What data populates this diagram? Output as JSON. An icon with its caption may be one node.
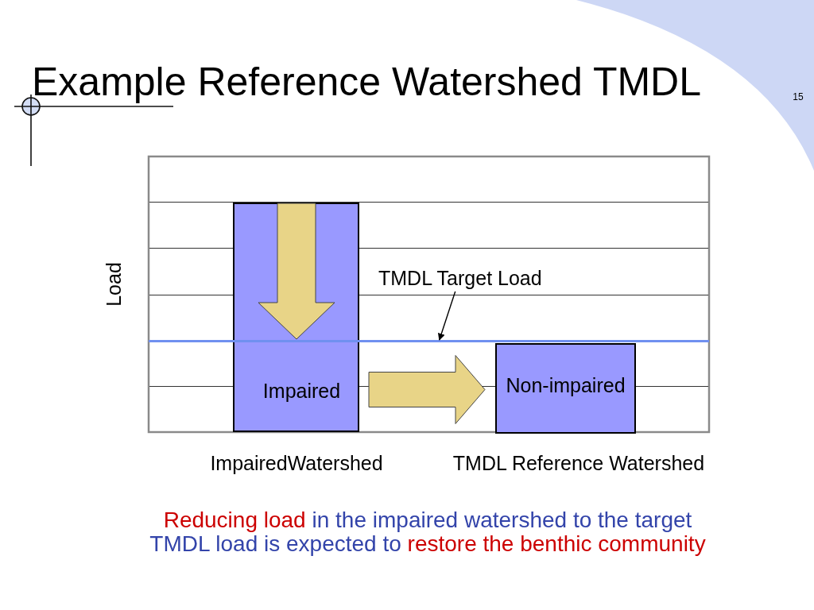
{
  "diagram": {
    "title": "Example Reference Watershed TMDL",
    "caption": "*Reducing load* in the impaired watershed to the target TMDL load is expected to *restore the benthic community*",
    "nodes": [
      {
        "text": [
          "Impaired"
        ]
      },
      {
        "text": [
          "TMDL Target Load"
        ]
      },
      {
        "text": [],
        "shape": "line"
      },
      {
        "text": [
          "Non-impaired"
        ]
      }
    ],
    "edges": [
      {
        "from": 1,
        "to": 2,
        "arrow": "to"
      },
      {
        "from": 0,
        "to": 3,
        "arrow": "to",
        "style": "thick",
        "color": "#e8d487"
      }
    ],
    "labels": [
      "15",
      "Load",
      "ImpairedWatershed",
      "TMDL Reference Watershed"
    ]
  }
}
